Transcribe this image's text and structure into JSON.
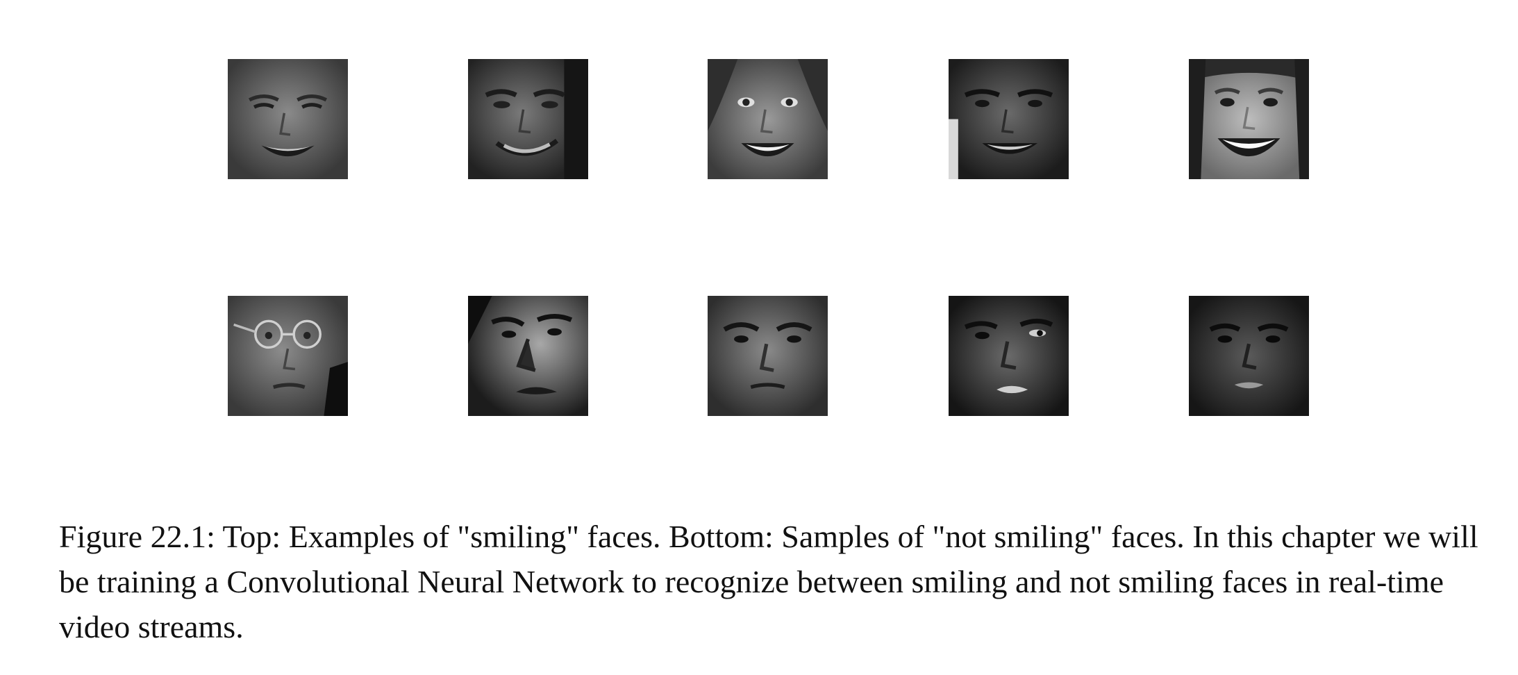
{
  "figure": {
    "rows": [
      {
        "label": "smiling",
        "faces": [
          {
            "expression": "smiling",
            "tone": "#6a6a6a"
          },
          {
            "expression": "smiling",
            "tone": "#4e4e4e"
          },
          {
            "expression": "smiling",
            "tone": "#7a7a7a"
          },
          {
            "expression": "smiling",
            "tone": "#3e3e3e"
          },
          {
            "expression": "smiling",
            "tone": "#8a8a8a"
          }
        ]
      },
      {
        "label": "not smiling",
        "faces": [
          {
            "expression": "neutral",
            "tone": "#5a5a5a"
          },
          {
            "expression": "neutral",
            "tone": "#6f6f6f"
          },
          {
            "expression": "neutral",
            "tone": "#555555"
          },
          {
            "expression": "neutral",
            "tone": "#3a3a3a"
          },
          {
            "expression": "neutral",
            "tone": "#303030"
          }
        ]
      }
    ],
    "caption": "Figure 22.1: Top: Examples of \"smiling\" faces. Bottom: Samples of \"not smiling\" faces. In this chapter we will be training a Convolutional Neural Network to recognize between smiling and not smiling faces in real-time video streams."
  }
}
